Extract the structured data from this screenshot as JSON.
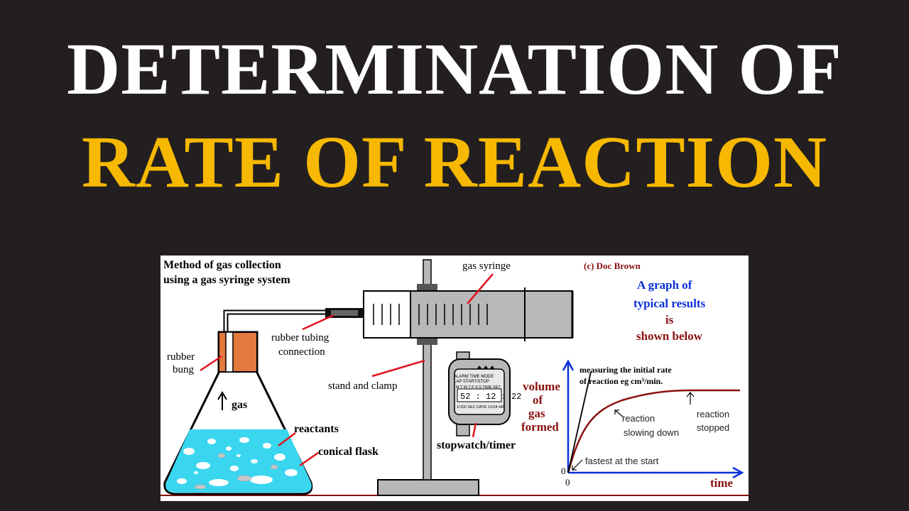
{
  "title": {
    "line1": "DETERMINATION OF",
    "line2": "RATE OF REACTION"
  },
  "colors": {
    "background": "#231f20",
    "title_white": "#ffffff",
    "title_yellow": "#f6b800",
    "liquid": "#3ad6f0",
    "bung": "#e27a3e",
    "pointer_red": "#e0141e",
    "graph_axis": "#0a2fd8",
    "graph_curve": "#8b1010"
  },
  "diagram": {
    "heading_line1": "Method of gas collection",
    "heading_line2": "using a gas syringe system",
    "credit": "(c) Doc Brown",
    "labels": {
      "gas_syringe": "gas syringe",
      "rubber_bung_1": "rubber",
      "rubber_bung_2": "bung",
      "rubber_tubing_1": "rubber tubing",
      "rubber_tubing_2": "connection",
      "stand_clamp": "stand and clamp",
      "gas": "gas",
      "reactants": "reactants",
      "conical_flask": "conical flask",
      "stopwatch": "stopwatch/timer"
    },
    "stopwatch": {
      "top_row_1": "ALARM  TIME    MODE",
      "top_row_2": "LAP      START/STOP",
      "days": "M T W T F S S  TIME SET",
      "time": "52 : 12 : 22",
      "bottom": "1/100 SEC  DATE 12/24 HR"
    },
    "graph_note": {
      "line1": "A graph of",
      "line2": "typical results",
      "line3": "is",
      "line4": "shown below"
    },
    "graph": {
      "y_label_1": "volume",
      "y_label_2": "of",
      "y_label_3": "gas",
      "y_label_4": "formed",
      "x_label": "time",
      "origin_x": "0",
      "origin_y": "0",
      "initial_rate_1": "measuring the initial rate",
      "initial_rate_2": "of reaction eg cm³/min.",
      "slowing_1": "reaction",
      "slowing_2": "slowing down",
      "stopped_1": "reaction",
      "stopped_2": "stopped",
      "fastest": "fastest at the start"
    }
  }
}
